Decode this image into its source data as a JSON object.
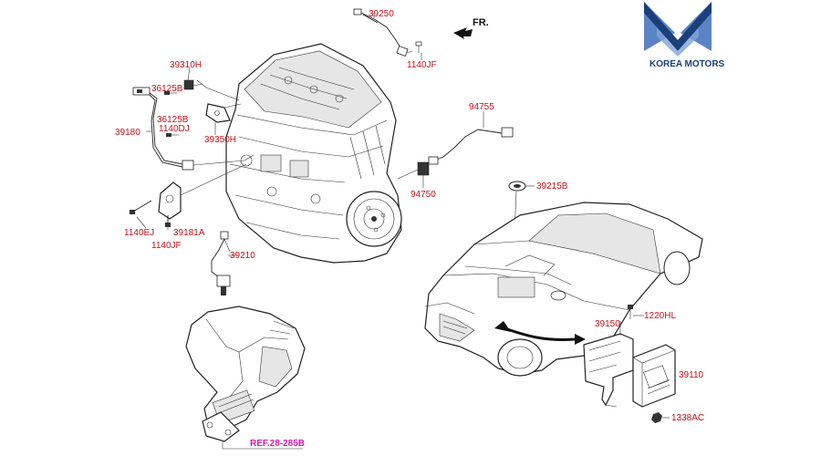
{
  "brand": {
    "name": "KOREA MOTORS",
    "colors": {
      "dark_blue": "#1a3f7a",
      "light_blue": "#5b84c4"
    }
  },
  "direction_label": "FR.",
  "reference_label": "REF.28-285B",
  "colors": {
    "part_label": "#c0141c",
    "reference_label": "#d21fa5",
    "line": "#222222"
  },
  "part_labels": {
    "p39250": "39250",
    "p1140JF_top": "1140JF",
    "p39310H": "39310H",
    "p36125B_a": "36125B",
    "p36125B_b": "36125B",
    "p1140DJ": "1140DJ",
    "p39180": "39180",
    "p39350H": "39350H",
    "p94755": "94755",
    "p94750": "94750",
    "p39215B": "39215B",
    "p1140EJ": "1140EJ",
    "p39181A": "39181A",
    "p1140JF_bottom": "1140JF",
    "p39210": "39210",
    "p39150": "39150",
    "p1220HL": "1220HL",
    "p39110": "39110",
    "p1338AC": "1338AC"
  }
}
